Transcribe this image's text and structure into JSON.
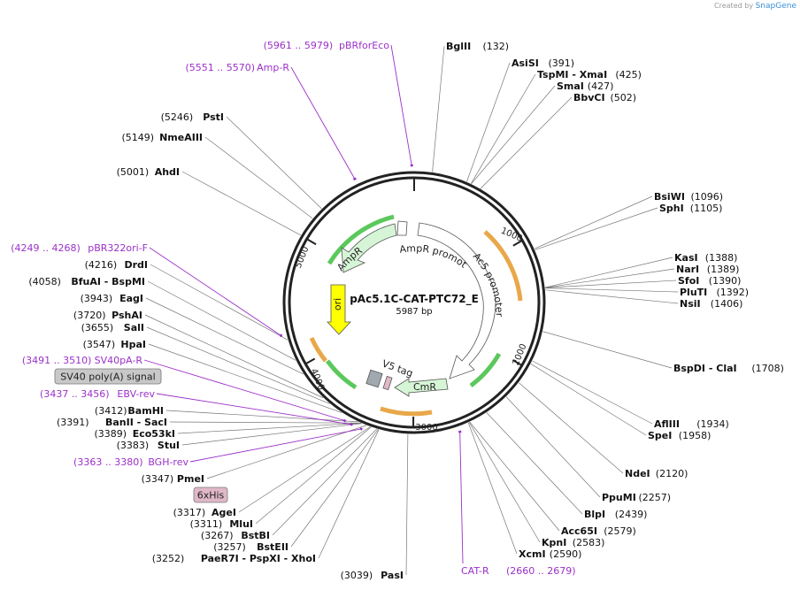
{
  "branding": {
    "prefix": "Created by",
    "name": "SnapGene"
  },
  "plasmid": {
    "name": "pAc5.1C-CAT-PTC72_E",
    "length_label": "5987 bp",
    "length": 5987
  },
  "colors": {
    "backbone": "#222222",
    "enzyme_line": "#555555",
    "primer": "#9b30c8",
    "ampr": "#d6f5d6",
    "cmr": "#d6f5d6",
    "ori": "#ffff00",
    "promoter": "#ffffff",
    "orange_arc": "#e8a84a",
    "green_arc": "#5cc85c",
    "sv40_box": "#c8c8c8",
    "his_box": "#e0b8c8"
  },
  "ticks": [
    {
      "label": "1000",
      "pos": 1000
    },
    {
      "label": "2000",
      "pos": 2000
    },
    {
      "label": "3000",
      "pos": 3000
    },
    {
      "label": "4000",
      "pos": 4000
    },
    {
      "label": "5000",
      "pos": 5000
    }
  ],
  "enzymes": [
    {
      "name": "BglII",
      "num": "(132)"
    },
    {
      "name": "AsiSI",
      "num": "(391)"
    },
    {
      "name": "TspMI - XmaI",
      "num": "(425)"
    },
    {
      "name": "SmaI",
      "num": "(427)"
    },
    {
      "name": "BbvCI",
      "num": "(502)"
    },
    {
      "name": "BsiWI",
      "num": "(1096)"
    },
    {
      "name": "SphI",
      "num": "(1105)"
    },
    {
      "name": "KasI",
      "num": "(1388)"
    },
    {
      "name": "NarI",
      "num": "(1389)"
    },
    {
      "name": "SfoI",
      "num": "(1390)"
    },
    {
      "name": "PluTI",
      "num": "(1392)"
    },
    {
      "name": "NsiI",
      "num": "(1406)"
    },
    {
      "name": "BspDI - ClaI",
      "num": "(1708)"
    },
    {
      "name": "AflIII",
      "num": "(1934)"
    },
    {
      "name": "SpeI",
      "num": "(1958)"
    },
    {
      "name": "NdeI",
      "num": "(2120)"
    },
    {
      "name": "PpuMI",
      "num": "(2257)"
    },
    {
      "name": "BlpI",
      "num": "(2439)"
    },
    {
      "name": "Acc65I",
      "num": "(2579)"
    },
    {
      "name": "KpnI",
      "num": "(2583)"
    },
    {
      "name": "XcmI",
      "num": "(2590)"
    },
    {
      "name": "PasI",
      "num": "(3039)"
    },
    {
      "name": "PaeR7I - PspXI - XhoI",
      "num": "(3252)"
    },
    {
      "name": "BstEII",
      "num": "(3257)"
    },
    {
      "name": "BstBI",
      "num": "(3267)"
    },
    {
      "name": "MluI",
      "num": "(3311)"
    },
    {
      "name": "AgeI",
      "num": "(3317)"
    },
    {
      "name": "PmeI",
      "num": "(3347)"
    },
    {
      "name": "StuI",
      "num": "(3383)"
    },
    {
      "name": "Eco53kI",
      "num": "(3389)"
    },
    {
      "name": "BanII - SacI",
      "num": "(3391)"
    },
    {
      "name": "BamHI",
      "num": "(3412)"
    },
    {
      "name": "HpaI",
      "num": "(3547)"
    },
    {
      "name": "SalI",
      "num": "(3655)"
    },
    {
      "name": "PshAI",
      "num": "(3720)"
    },
    {
      "name": "EagI",
      "num": "(3943)"
    },
    {
      "name": "BfuAI - BspMI",
      "num": "(4058)"
    },
    {
      "name": "DrdI",
      "num": "(4216)"
    },
    {
      "name": "AhdI",
      "num": "(5001)"
    },
    {
      "name": "NmeAIII",
      "num": "(5149)"
    },
    {
      "name": "PstI",
      "num": "(5246)"
    }
  ],
  "primers": [
    {
      "range": "(5961 .. 5979)",
      "name": "pBRforEco"
    },
    {
      "range": "(5551 .. 5570)",
      "name": "Amp-R"
    },
    {
      "range": "(4249 .. 4268)",
      "name": "pBR322ori-F"
    },
    {
      "range": "(3491 .. 3510)",
      "name": "SV40pA-R"
    },
    {
      "range": "(3437 .. 3456)",
      "name": "EBV-rev"
    },
    {
      "range": "(3363 .. 3380)",
      "name": "BGH-rev"
    },
    {
      "range": "(2660 .. 2679)",
      "name": "CAT-R"
    }
  ],
  "features": {
    "ampr": "AmpR",
    "ampr_promoter": "AmpR promoter",
    "ac5_promoter": "Ac5 promoter",
    "ori": "ori",
    "cmr": "CmR",
    "v5tag": "V5 tag",
    "sv40": "SV40 poly(A) signal",
    "his": "6xHis"
  }
}
